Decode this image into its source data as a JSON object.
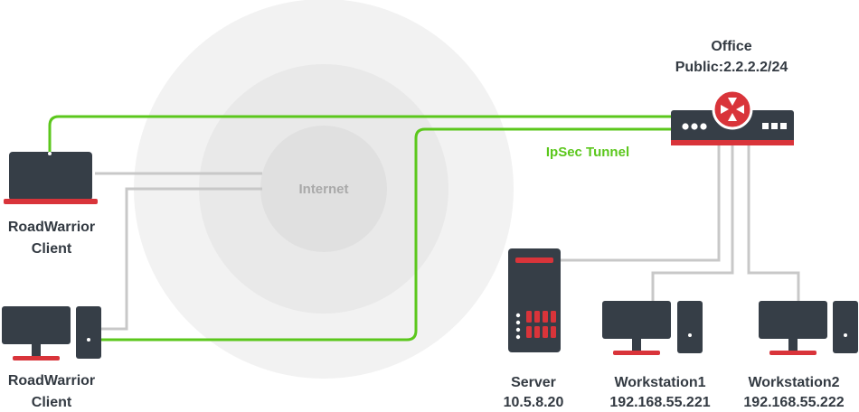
{
  "colors": {
    "device": "#363e47",
    "accent": "#d9343a",
    "tunnel": "#5bc71c",
    "link": "#c8c8c8",
    "cloud_outer": "#f2f2f2",
    "cloud_mid": "#e9e9e9",
    "cloud_inner": "#e0e0e0",
    "label": "#333a42"
  },
  "internet": {
    "label": "Internet"
  },
  "tunnel": {
    "label": "IpSec Tunnel"
  },
  "office": {
    "title": "Office",
    "public_ip": "Public:2.2.2.2/24"
  },
  "roadwarrior_laptop": {
    "line1": "RoadWarrior",
    "line2": "Client"
  },
  "roadwarrior_desktop": {
    "line1": "RoadWarrior",
    "line2": "Client"
  },
  "server": {
    "name": "Server",
    "ip": "10.5.8.20"
  },
  "workstation1": {
    "name": "Workstation1",
    "ip": "192.168.55.221"
  },
  "workstation2": {
    "name": "Workstation2",
    "ip": "192.168.55.222"
  }
}
